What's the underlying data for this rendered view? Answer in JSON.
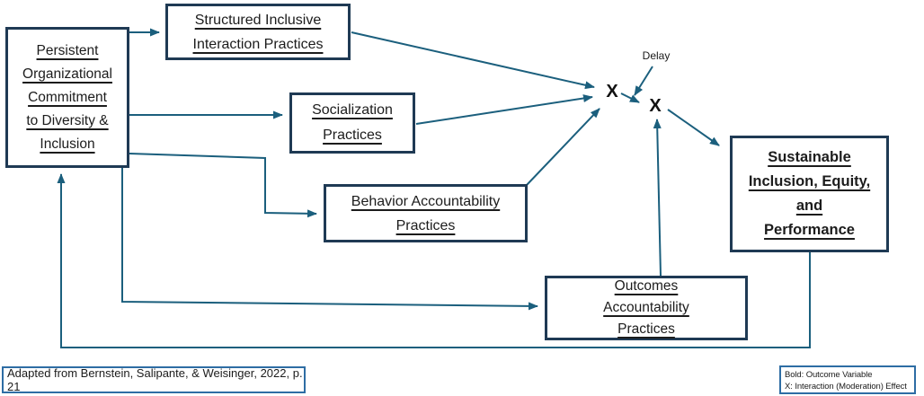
{
  "diagram": {
    "title_context": "Model of organizational diversity and inclusion practices",
    "boxes": {
      "commitment": {
        "label": "Persistent\nOrganizational\nCommitment\nto Diversity &\nInclusion"
      },
      "structured": {
        "label": "Structured Inclusive\nInteraction Practices"
      },
      "socialization": {
        "label": "Socialization\nPractices"
      },
      "behavior": {
        "label": "Behavior Accountability\nPractices"
      },
      "outcomes": {
        "label": "Outcomes\nAccountability\nPractices"
      },
      "sustainable": {
        "label": "Sustainable\nInclusion, Equity,\nand\nPerformance"
      }
    },
    "annotations": {
      "delay": "Delay",
      "x1": "X",
      "x2": "X"
    },
    "caption": "Adapted from Bernstein, Salipante, & Weisinger, 2022, p. 21",
    "legend": {
      "line1": "Bold: Outcome Variable",
      "line2": "X: Interaction (Moderation) Effect"
    },
    "colors": {
      "box_border": "#1f3a54",
      "arrow": "#1b5f7d",
      "note_border": "#2e6da4",
      "text": "#1c1c1c",
      "bg": "#ffffff"
    }
  }
}
